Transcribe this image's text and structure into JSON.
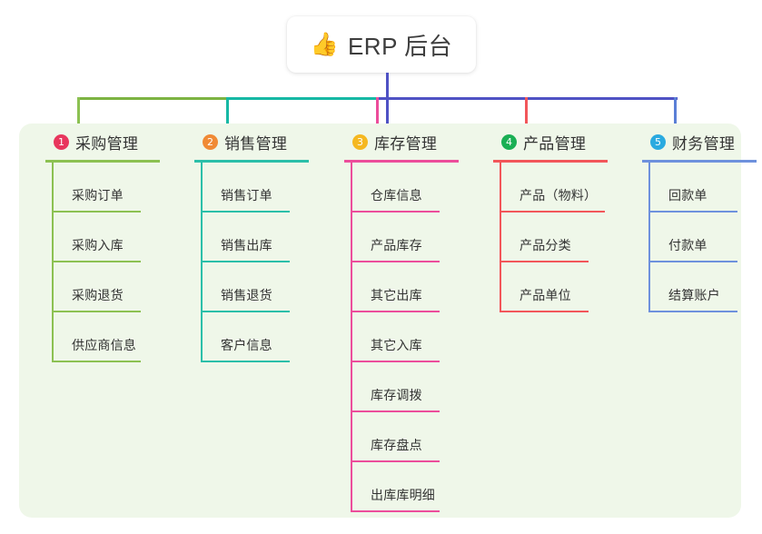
{
  "root": {
    "icon": "thumbs-up-icon",
    "emoji": "👍",
    "title": "ERP 后台"
  },
  "theme": {
    "panel_bg": "#eff7e9",
    "card_bg": "#ffffff",
    "text": "#333333",
    "root_connector": "#4f52c4",
    "bus_left": "#7cb342",
    "bus_mid": "#16b8a4",
    "bus_right": "#4f52c4"
  },
  "columns": [
    {
      "index": "1",
      "badge_color": "#e8365d",
      "line_color": "#8cc152",
      "drop_color": "#8cc152",
      "title": "采购管理",
      "items": [
        {
          "label": "采购订单"
        },
        {
          "label": "采购入库"
        },
        {
          "label": "采购退货"
        },
        {
          "label": "供应商信息"
        }
      ]
    },
    {
      "index": "2",
      "badge_color": "#f08a35",
      "line_color": "#2bbfa9",
      "drop_color": "#16b8a4",
      "title": "销售管理",
      "items": [
        {
          "label": "销售订单"
        },
        {
          "label": "销售出库"
        },
        {
          "label": "销售退货"
        },
        {
          "label": "客户信息"
        }
      ]
    },
    {
      "index": "3",
      "badge_color": "#f5b820",
      "line_color": "#ec4d9b",
      "drop_color": "#ec4d9b",
      "title": "库存管理",
      "items": [
        {
          "label": "仓库信息"
        },
        {
          "label": "产品库存"
        },
        {
          "label": "其它出库"
        },
        {
          "label": "其它入库"
        },
        {
          "label": "库存调拨"
        },
        {
          "label": "库存盘点"
        },
        {
          "label": "出库库明细"
        }
      ]
    },
    {
      "index": "4",
      "badge_color": "#1aaf54",
      "line_color": "#f2565a",
      "drop_color": "#f2565a",
      "title": "产品管理",
      "items": [
        {
          "label": "产品（物料）",
          "wide": true
        },
        {
          "label": "产品分类"
        },
        {
          "label": "产品单位"
        }
      ]
    },
    {
      "index": "5",
      "badge_color": "#2aaae0",
      "line_color": "#6e91dd",
      "drop_color": "#5a7fd6",
      "title": "财务管理",
      "items": [
        {
          "label": "回款单"
        },
        {
          "label": "付款单"
        },
        {
          "label": "结算账户"
        }
      ]
    }
  ]
}
